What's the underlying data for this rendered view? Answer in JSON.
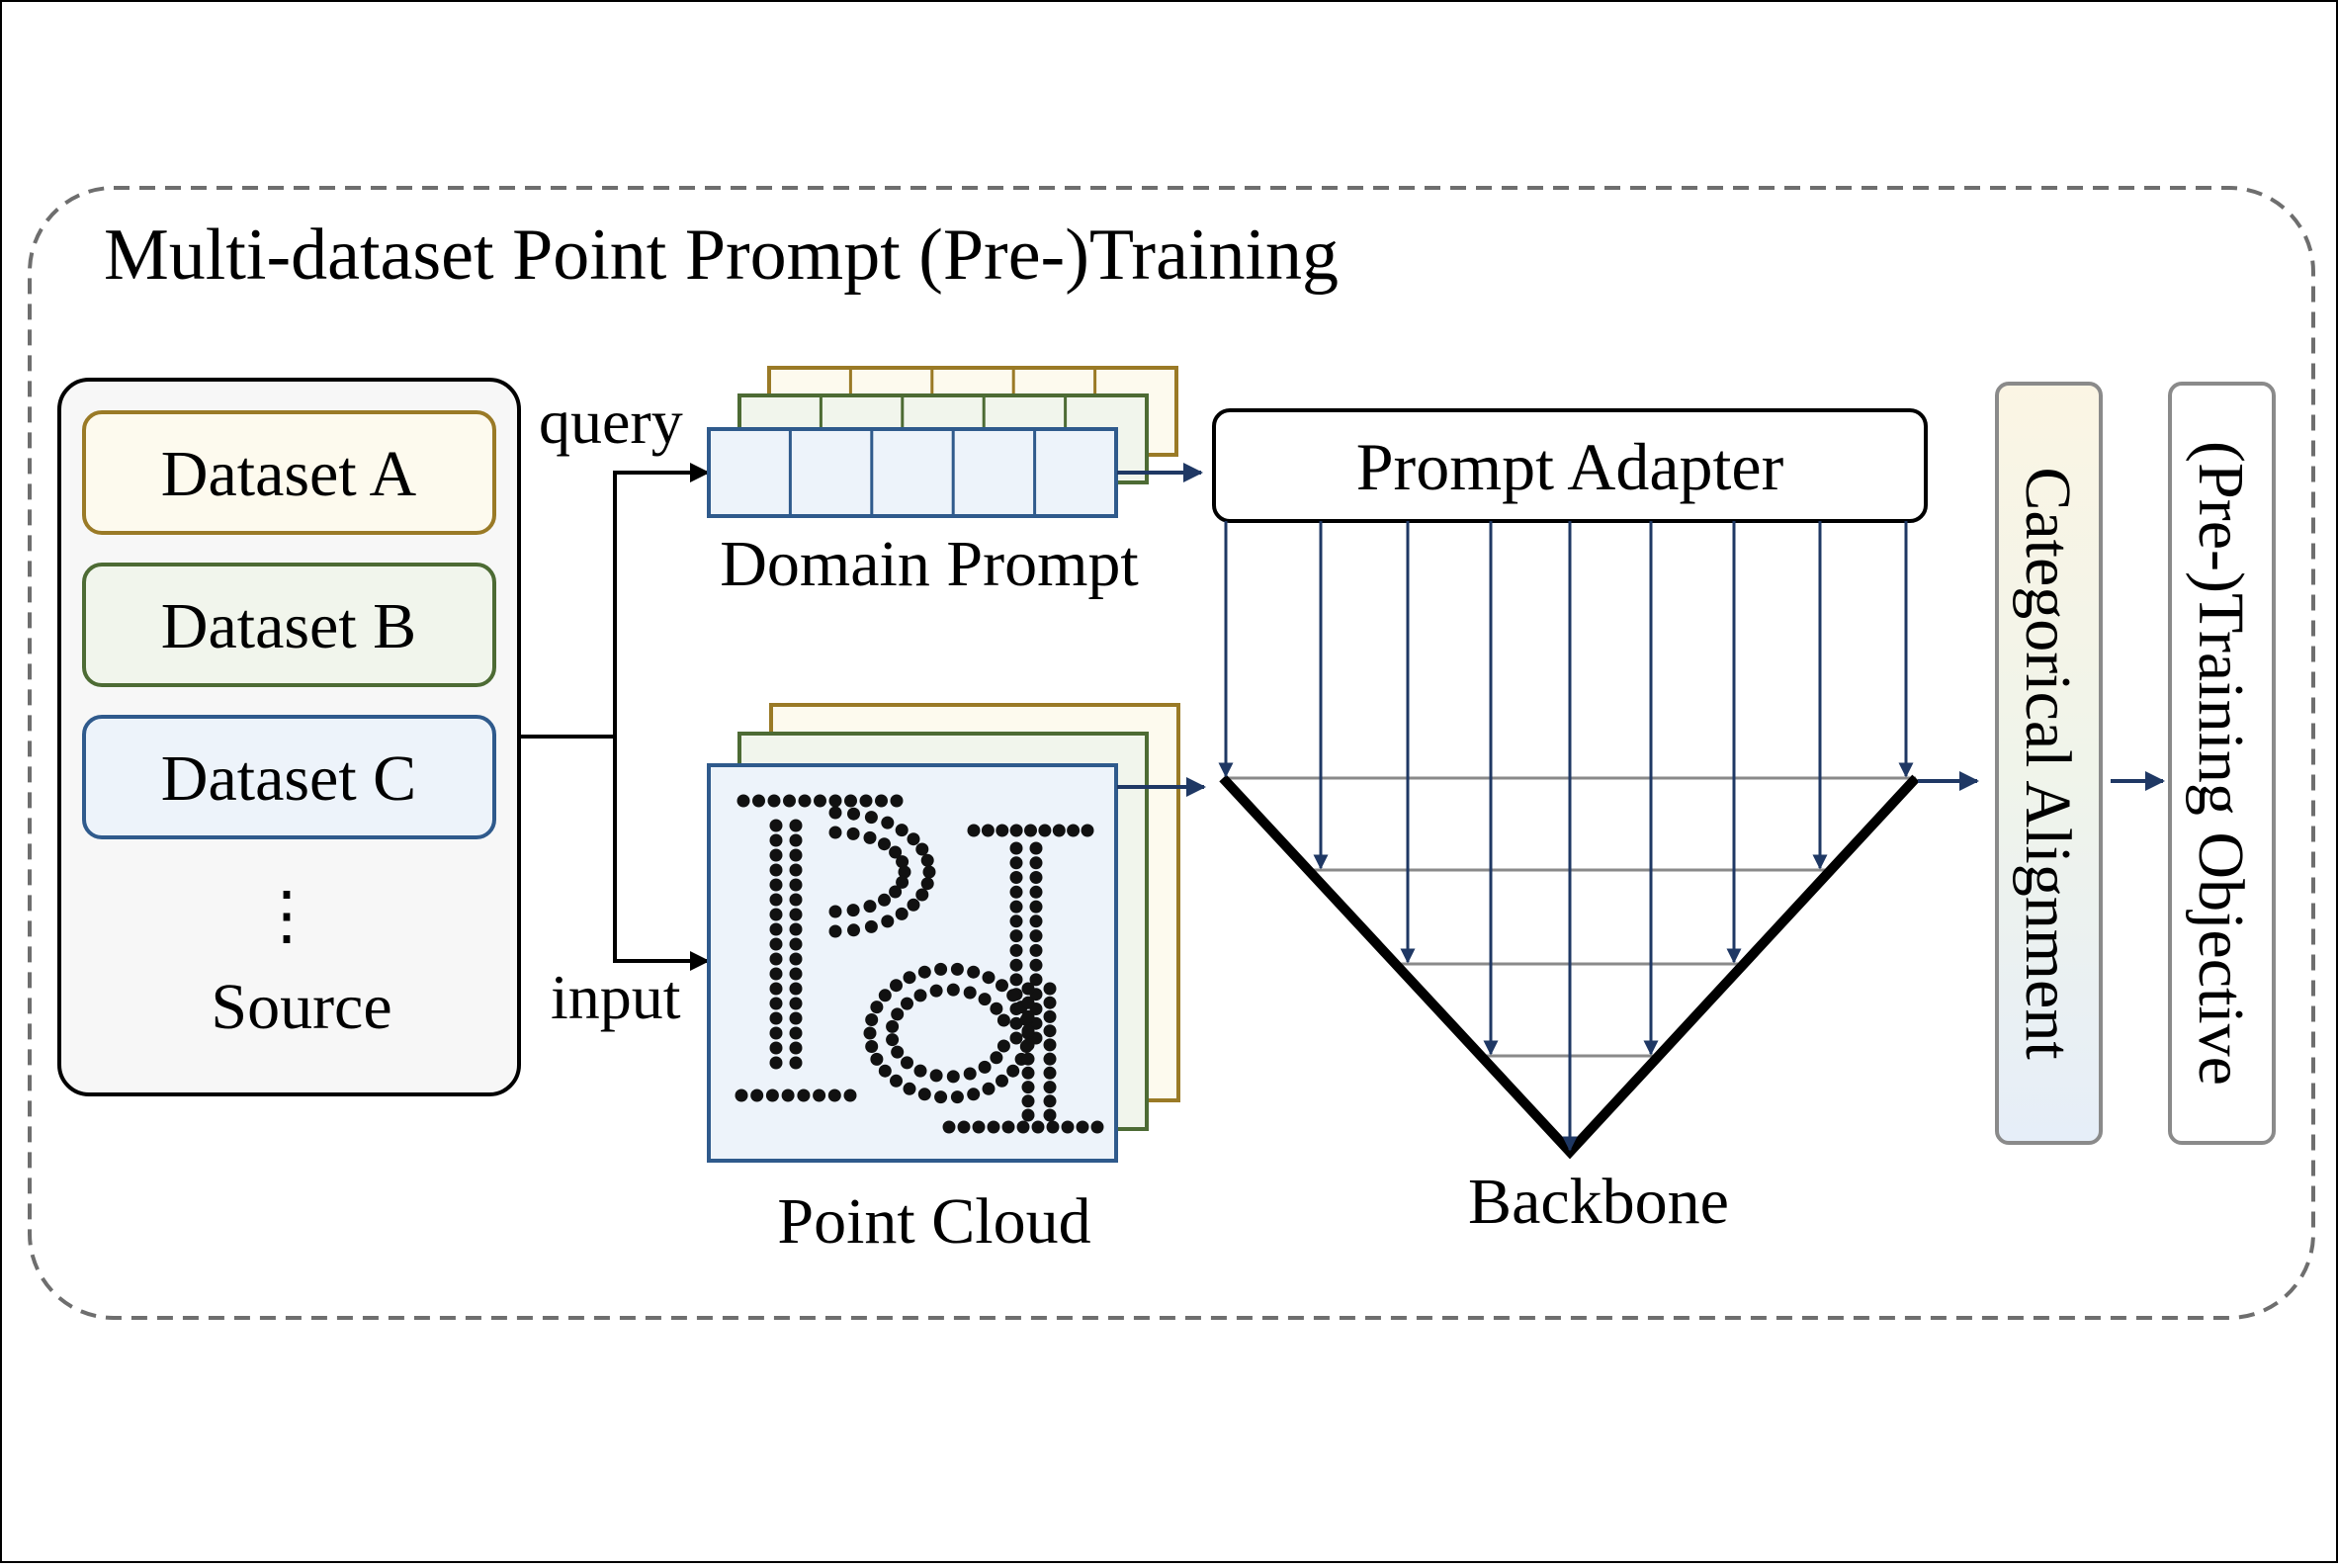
{
  "title": "Multi-dataset Point Prompt (Pre-)Training",
  "source": {
    "datasets": [
      {
        "label": "Dataset A",
        "fill": "#fdfaee",
        "stroke": "#9a7a26"
      },
      {
        "label": "Dataset B",
        "fill": "#f1f5ec",
        "stroke": "#4d6b34"
      },
      {
        "label": "Dataset C",
        "fill": "#edf3fa",
        "stroke": "#2f5a8c"
      }
    ],
    "ellipsis": "⋮",
    "label": "Source"
  },
  "edges": {
    "query_label": "query",
    "input_label": "input"
  },
  "domain_prompt": {
    "label": "Domain Prompt",
    "cells": 5
  },
  "point_cloud": {
    "label": "Point Cloud"
  },
  "prompt_adapter": {
    "label": "Prompt Adapter"
  },
  "backbone": {
    "label": "Backbone"
  },
  "categorical_alignment": {
    "label": "Categorical Alignment"
  },
  "objective": {
    "label": "(Pre-)Training Objective"
  },
  "colors": {
    "arrow": "#1f3864",
    "border_dash": "#6e6e6e",
    "layer_gold": "#9a7a26",
    "layer_green": "#4d6b34",
    "layer_blue": "#2f5a8c"
  }
}
